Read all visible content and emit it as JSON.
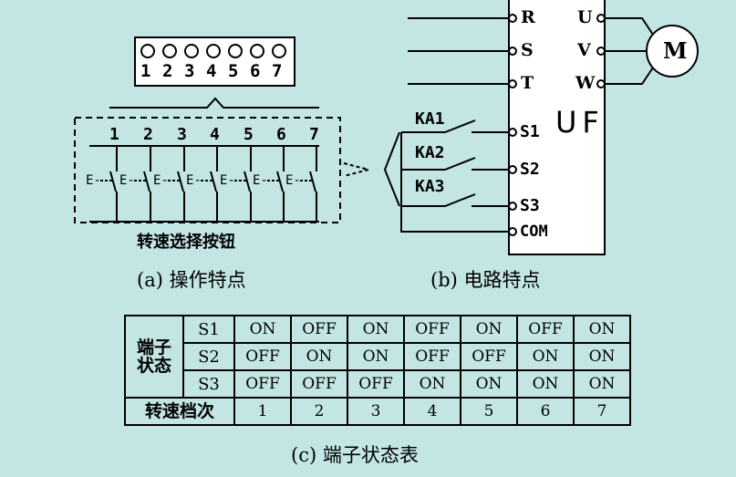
{
  "panel_a": {
    "number_labels": [
      "1",
      "2",
      "3",
      "4",
      "5",
      "6",
      "7"
    ],
    "switch_label": "E-",
    "buttons_caption": "转速选择按钮",
    "caption": "(a) 操作特点"
  },
  "panel_b": {
    "inputs": [
      "R",
      "S",
      "T"
    ],
    "outputs": [
      "U",
      "V",
      "W"
    ],
    "motor": "M",
    "device": "UF",
    "relays": [
      "KA1",
      "KA2",
      "KA3"
    ],
    "control_terminals": [
      "S1",
      "S2",
      "S3"
    ],
    "common": "COM",
    "caption": "(b) 电路特点"
  },
  "table": {
    "group_label": "端子状态",
    "rows": [
      {
        "terminal": "S1",
        "values": [
          "ON",
          "OFF",
          "ON",
          "OFF",
          "ON",
          "OFF",
          "ON"
        ]
      },
      {
        "terminal": "S2",
        "values": [
          "OFF",
          "ON",
          "ON",
          "OFF",
          "OFF",
          "ON",
          "ON"
        ]
      },
      {
        "terminal": "S3",
        "values": [
          "OFF",
          "OFF",
          "OFF",
          "ON",
          "ON",
          "ON",
          "ON"
        ]
      }
    ],
    "gear_label": "转速档次",
    "gears": [
      "1",
      "2",
      "3",
      "4",
      "5",
      "6",
      "7"
    ],
    "caption": "(c) 端子状态表"
  },
  "colors": {
    "background": "#c3e6e4",
    "ink": "#000000",
    "box_fill": "#ffffff"
  }
}
